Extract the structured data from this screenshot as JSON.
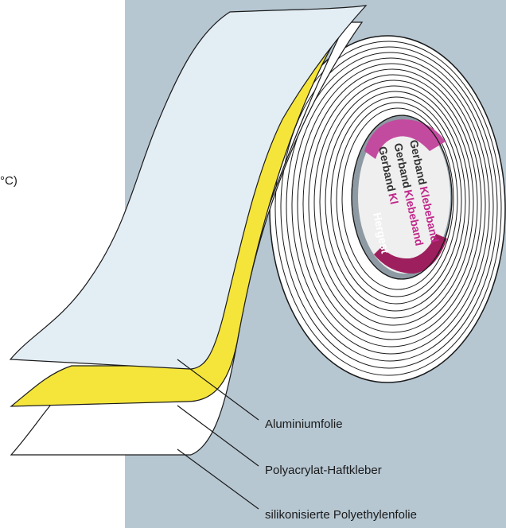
{
  "partial_text": "°C)",
  "labels": {
    "layer1": "Aluminiumfolie",
    "layer2": "Polyacrylat-Haftkleber",
    "layer3": "silikonisierte Polyethylenfolie"
  },
  "core": {
    "brand": "Gerband",
    "word": "Klebeband",
    "partial": "Kl",
    "partial_bottom": "Hergest"
  },
  "colors": {
    "background_panel": "#b6c7d2",
    "foil": "#e3edf4",
    "adhesive": "#f5e53b",
    "liner": "#ffffff",
    "core_accent": "#9e1f5e",
    "core_accent_light": "#c34b9f",
    "core_inner": "#efefef",
    "core_shadow": "#7d8a93",
    "line": "#1a1a1a"
  }
}
